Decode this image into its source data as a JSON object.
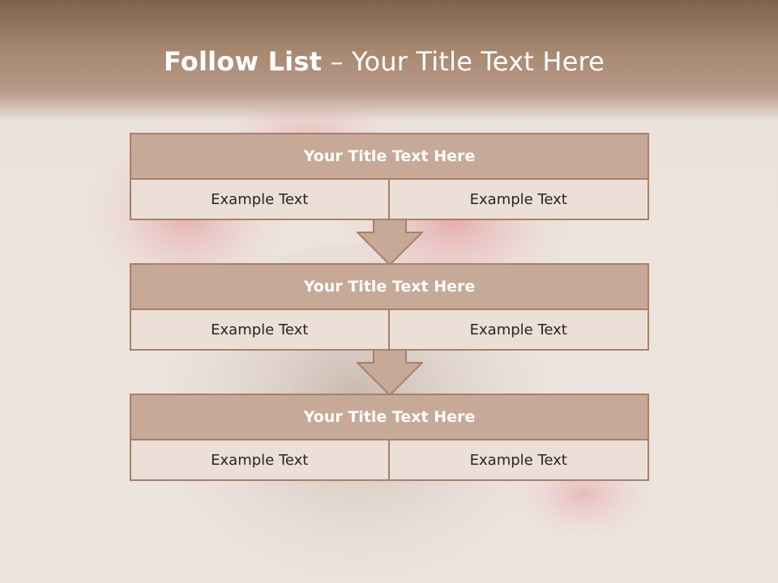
{
  "slide": {
    "title_strong": "Follow List",
    "title_rest": "– Your Title Text Here"
  },
  "steps": [
    {
      "title": "Your Title Text Here",
      "left": "Example Text",
      "right": "Example Text"
    },
    {
      "title": "Your Title Text Here",
      "left": "Example Text",
      "right": "Example Text"
    },
    {
      "title": "Your Title Text Here",
      "left": "Example Text",
      "right": "Example Text"
    }
  ],
  "colors": {
    "header": "#a98a72",
    "block_title": "#c6a996",
    "block_cell": "#ebdfd8",
    "border": "#a88068",
    "arrow": "#c6a996"
  },
  "icons": {
    "arrow": "down-arrow-icon"
  }
}
